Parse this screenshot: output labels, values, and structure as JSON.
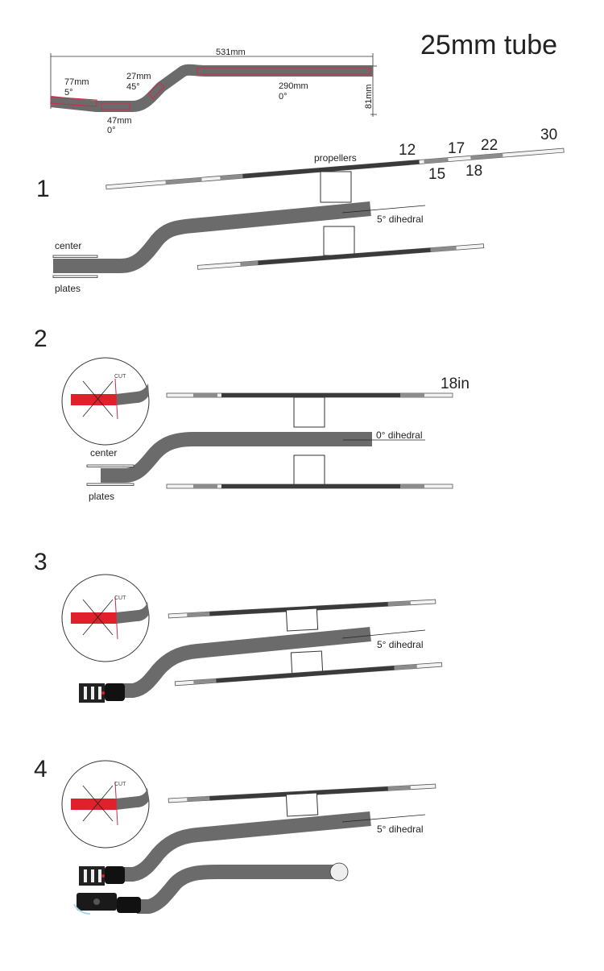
{
  "title": "25mm tube",
  "dimensions": {
    "total_length": "531mm",
    "height": "81mm",
    "seg1_length": "77mm",
    "seg1_angle": "5°",
    "seg2_length": "47mm",
    "seg2_angle": "0°",
    "seg3_length": "27mm",
    "seg3_angle": "45°",
    "seg4_length": "290mm",
    "seg4_angle": "0°"
  },
  "steps": [
    {
      "number": "1",
      "propellers_label": "propellers",
      "prop_sizes": [
        "12",
        "15",
        "17",
        "18",
        "22",
        "30"
      ],
      "dihedral_label": "5° dihedral",
      "center_label": "center",
      "plates_label": "plates"
    },
    {
      "number": "2",
      "size_label": "18in",
      "cut_label": "CUT",
      "dihedral_label": "0° dihedral",
      "center_label": "center",
      "plates_label": "plates"
    },
    {
      "number": "3",
      "cut_label": "CUT",
      "dihedral_label": "5° dihedral"
    },
    {
      "number": "4",
      "cut_label": "CUT",
      "dihedral_label": "5° dihedral"
    }
  ],
  "colors": {
    "tube": "#6b6b6b",
    "cut_highlight": "#e0202a",
    "outline_red": "#d4284a"
  }
}
